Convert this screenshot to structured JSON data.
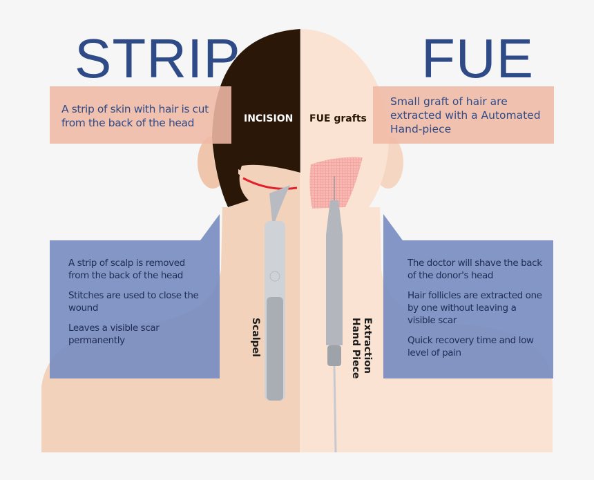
{
  "titles": {
    "left": "STRIP",
    "right": "FUE"
  },
  "strip": {
    "summary": "A strip of skin with hair is cut from the back of the head",
    "head_label": "INCISION",
    "tool_label": "Scalpel",
    "points": [
      "A strip of scalp is removed from the back of the head",
      "Stitches are used to close the wound",
      "Leaves a visible scar permanently"
    ]
  },
  "fue": {
    "summary": "Small graft of hair are extracted with a Automated Hand-piece",
    "head_label": "FUE grafts",
    "tool_label_line1": "Extraction",
    "tool_label_line2": "Hand Piece",
    "points": [
      "The doctor will shave the back of the donor's head",
      "Hair follicles are extracted one by one without leaving a visible scar",
      "Quick recovery time and low level of pain"
    ]
  },
  "colors": {
    "title": "#2f4b87",
    "hair": "#2a1708",
    "skin_left": "#f3d2bb",
    "skin_right": "#fae3d2",
    "pink_box": "#f0b9a5",
    "blue_box": "#788dc1",
    "incision": "#e0202a"
  }
}
